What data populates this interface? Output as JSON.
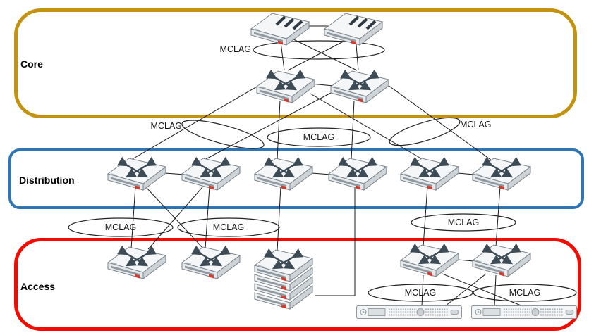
{
  "diagram": {
    "title_visible": false,
    "layers": {
      "core": {
        "label": "Core",
        "border_color": "#C3920E"
      },
      "distribution": {
        "label": "Distribution",
        "border_color": "#2E75B6"
      },
      "access": {
        "label": "Access",
        "border_color": "#F30B00"
      }
    },
    "mclag_labels": [
      "MCLAG",
      "MCLAG",
      "MCLAG",
      "MCLAG",
      "MCLAG",
      "MCLAG",
      "MCLAG",
      "MCLAG",
      "MCLAG"
    ],
    "accent_colors": {
      "device_body": "#f4f6f8",
      "device_glyph": "#3c4b55",
      "badge_red": "#d63b2f",
      "link_line": "#1a1a1a"
    },
    "devices": [
      {
        "id": "core-router-1",
        "icon": "router-icon",
        "layer": "core"
      },
      {
        "id": "core-router-2",
        "icon": "router-icon",
        "layer": "core"
      },
      {
        "id": "core-switch-1",
        "icon": "l3-switch-icon",
        "layer": "core"
      },
      {
        "id": "core-switch-2",
        "icon": "l3-switch-icon",
        "layer": "core"
      },
      {
        "id": "dist-switch-1",
        "icon": "l3-switch-icon",
        "layer": "distribution"
      },
      {
        "id": "dist-switch-2",
        "icon": "l3-switch-icon",
        "layer": "distribution"
      },
      {
        "id": "dist-switch-3",
        "icon": "l3-switch-icon",
        "layer": "distribution"
      },
      {
        "id": "dist-switch-4",
        "icon": "l3-switch-icon",
        "layer": "distribution"
      },
      {
        "id": "dist-switch-5",
        "icon": "l3-switch-icon",
        "layer": "distribution"
      },
      {
        "id": "dist-switch-6",
        "icon": "l3-switch-icon",
        "layer": "distribution"
      },
      {
        "id": "access-switch-1",
        "icon": "l3-switch-icon",
        "layer": "access"
      },
      {
        "id": "access-switch-2",
        "icon": "l3-switch-icon",
        "layer": "access"
      },
      {
        "id": "access-switch-stack",
        "icon": "switch-stack-icon",
        "layer": "access"
      },
      {
        "id": "access-switch-3",
        "icon": "l3-switch-icon",
        "layer": "access"
      },
      {
        "id": "access-switch-4",
        "icon": "l3-switch-icon",
        "layer": "access"
      },
      {
        "id": "server-1",
        "icon": "rack-server-icon",
        "layer": "access"
      },
      {
        "id": "server-2",
        "icon": "rack-server-icon",
        "layer": "access"
      }
    ],
    "connections": [
      [
        "core-router-1",
        "core-router-2"
      ],
      [
        "core-router-1",
        "core-switch-1"
      ],
      [
        "core-router-1",
        "core-switch-2"
      ],
      [
        "core-router-2",
        "core-switch-1"
      ],
      [
        "core-router-2",
        "core-switch-2"
      ],
      [
        "core-switch-1",
        "core-switch-2"
      ],
      [
        "core-switch-1",
        "dist-switch-1"
      ],
      [
        "core-switch-2",
        "dist-switch-2"
      ],
      [
        "core-switch-1",
        "dist-switch-3"
      ],
      [
        "core-switch-2",
        "dist-switch-4"
      ],
      [
        "core-switch-1",
        "dist-switch-5"
      ],
      [
        "core-switch-2",
        "dist-switch-6"
      ],
      [
        "dist-switch-1",
        "dist-switch-2"
      ],
      [
        "dist-switch-3",
        "dist-switch-4"
      ],
      [
        "dist-switch-5",
        "dist-switch-6"
      ],
      [
        "dist-switch-1",
        "access-switch-1"
      ],
      [
        "dist-switch-1",
        "access-switch-2"
      ],
      [
        "dist-switch-2",
        "access-switch-1"
      ],
      [
        "dist-switch-2",
        "access-switch-2"
      ],
      [
        "dist-switch-3",
        "access-switch-stack"
      ],
      [
        "dist-switch-4",
        "access-switch-stack"
      ],
      [
        "dist-switch-5",
        "access-switch-3"
      ],
      [
        "dist-switch-6",
        "access-switch-4"
      ],
      [
        "access-switch-3",
        "access-switch-4"
      ],
      [
        "access-switch-3",
        "server-1"
      ],
      [
        "access-switch-3",
        "server-2"
      ],
      [
        "access-switch-4",
        "server-1"
      ],
      [
        "access-switch-4",
        "server-2"
      ]
    ]
  }
}
